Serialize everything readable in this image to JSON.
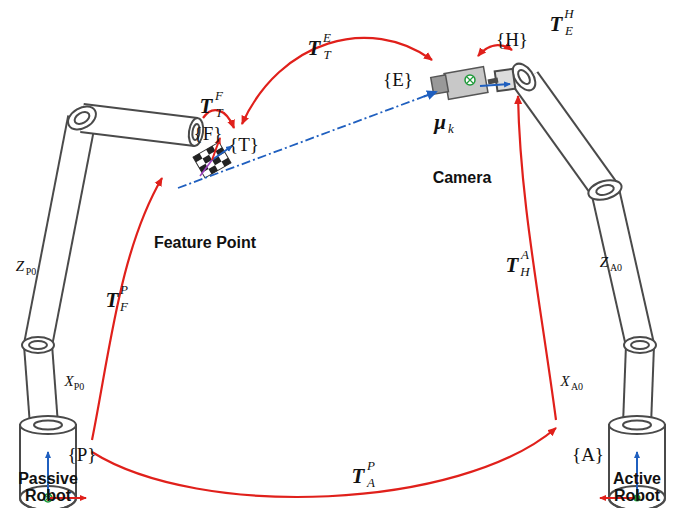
{
  "diagram": {
    "labels": [
      "{F}",
      "{T}",
      "{E}",
      "{H}",
      "{P}",
      "{A}",
      "T",
      "F",
      "P",
      "T",
      "A",
      "P",
      "T",
      "H",
      "A",
      "T",
      "E",
      "H",
      "T",
      "T",
      "E",
      "T",
      "T",
      "F",
      "μ",
      "k",
      "Feature Point",
      "Camera",
      "Passive Robot",
      "Active Robot",
      "Z",
      "P0",
      "X",
      "P0",
      "Z",
      "A0",
      "X",
      "A0"
    ]
  }
}
